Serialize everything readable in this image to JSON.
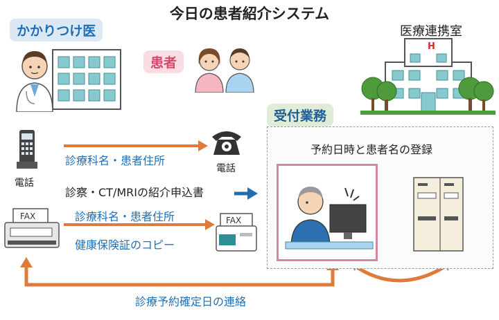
{
  "title": "今日の患者紹介システム",
  "labels": {
    "clinic": "かかりつけ医",
    "patient": "患者",
    "hospital": "医療連携室",
    "reception": "受付業務"
  },
  "devices": {
    "phone_left": "電話",
    "phone_right": "電話",
    "fax_left": "FAX",
    "fax_right": "FAX",
    "hospital_sign": "H"
  },
  "flows": {
    "phone_message": "診療科名・患者住所",
    "referral_docs": "診察・CT/MRIの紹介申込書",
    "fax_message_1": "診療科名・患者住所",
    "fax_message_2": "健康保険証のコピー",
    "return_message": "診療予約確定日の連絡"
  },
  "reception_task": "予約日時と患者名の登録",
  "colors": {
    "orange_arrow": "#e07a3b",
    "blue_arrow": "#1f6fb4",
    "pink_border": "#d8869d",
    "tree_green": "#4f9a3c",
    "building_teal": "#7bbfc5",
    "label_blue": "#1f6fb4"
  }
}
